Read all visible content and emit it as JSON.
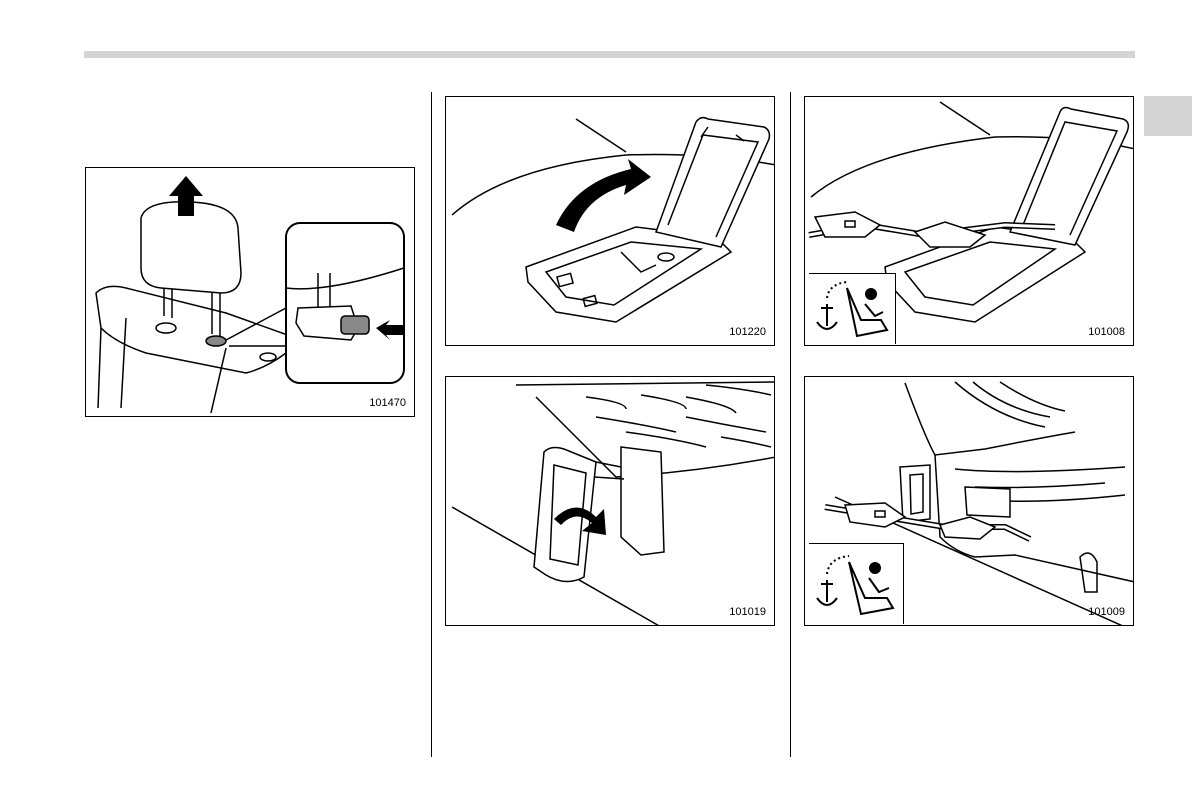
{
  "figures": {
    "headrest": {
      "number": "101470"
    },
    "cover_open": {
      "number": "101220"
    },
    "cover_side": {
      "number": "101019"
    },
    "tether_seat": {
      "number": "101008"
    },
    "tether_cargo": {
      "number": "101009"
    }
  },
  "icons": {
    "arrow": "up-arrow-icon",
    "anchor": "anchor-icon",
    "child_seat": "child-seat-icon"
  },
  "colors": {
    "rule": "#d4d4d4",
    "line": "#000000",
    "button_fill": "#888888"
  }
}
